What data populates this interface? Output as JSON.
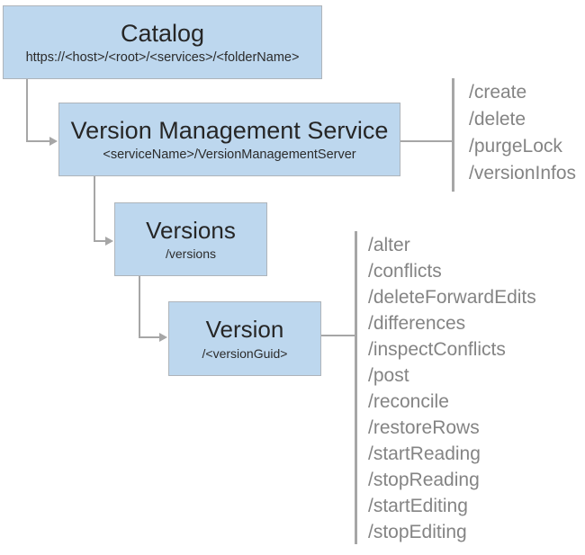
{
  "diagram": {
    "nodes": {
      "catalog": {
        "title": "Catalog",
        "subtitle": "https://<host>/<root>/<services>/<folderName>"
      },
      "version_management_service": {
        "title": "Version Management Service",
        "subtitle": "<serviceName>/VersionManagementServer"
      },
      "versions": {
        "title": "Versions",
        "subtitle": "/versions"
      },
      "version": {
        "title": "Version",
        "subtitle": "/<versionGuid>"
      }
    },
    "operations": {
      "version_management_service": [
        "/create",
        "/delete",
        "/purgeLock",
        "/versionInfos"
      ],
      "version": [
        "/alter",
        "/conflicts",
        "/deleteForwardEdits",
        "/differences",
        "/inspectConflicts",
        "/post",
        "/reconcile",
        "/restoreRows",
        "/startReading",
        "/stopReading",
        "/startEditing",
        "/stopEditing"
      ]
    },
    "colors": {
      "node_fill": "#bdd7ee",
      "node_border": "#aeb4ba",
      "connector": "#a6a6a6",
      "operation_text": "#848484",
      "title_text": "#262626"
    }
  }
}
